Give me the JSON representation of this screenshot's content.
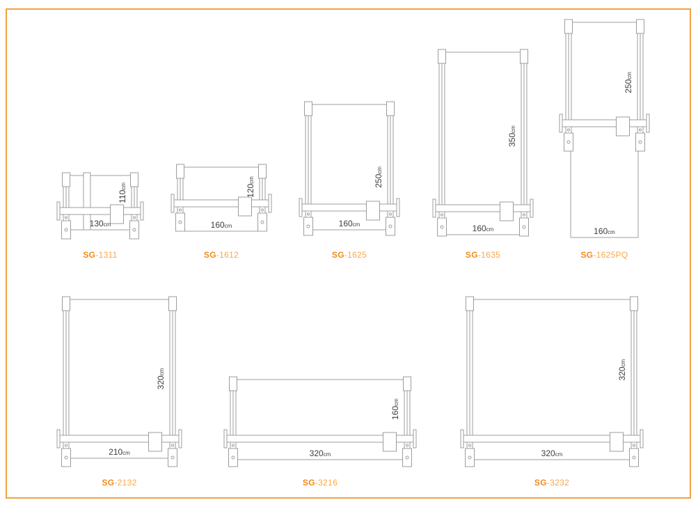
{
  "page": {
    "background": "#FFFFFF",
    "border_color": "#F3A140"
  },
  "styles": {
    "line_color": "#9C9C9C",
    "shape_fill": "#FFFFFF",
    "dimension_text_color": "#3C3C3C",
    "brand_bold_color": "#F08A1D",
    "brand_light_color": "#F9A64B"
  },
  "unit": "cm",
  "models": [
    {
      "name_prefix": "SG",
      "name_suffix": "-1311",
      "width_value": "130",
      "height_value": "110",
      "variant": "standard-with-center-pole"
    },
    {
      "name_prefix": "SG",
      "name_suffix": "-1612",
      "width_value": "160",
      "height_value": "120",
      "variant": "standard"
    },
    {
      "name_prefix": "SG",
      "name_suffix": "-1625",
      "width_value": "160",
      "height_value": "250",
      "variant": "standard"
    },
    {
      "name_prefix": "SG",
      "name_suffix": "-1635",
      "width_value": "160",
      "height_value": "350",
      "variant": "standard"
    },
    {
      "name_prefix": "SG",
      "name_suffix": "-1625PQ",
      "width_value": "160",
      "height_value": "250",
      "variant": "hanging-banner"
    },
    {
      "name_prefix": "SG",
      "name_suffix": "-2132",
      "width_value": "210",
      "height_value": "320",
      "variant": "standard"
    },
    {
      "name_prefix": "SG",
      "name_suffix": "-3216",
      "width_value": "320",
      "height_value": "160",
      "variant": "standard"
    },
    {
      "name_prefix": "SG",
      "name_suffix": "-3232",
      "width_value": "320",
      "height_value": "320",
      "variant": "standard"
    }
  ]
}
